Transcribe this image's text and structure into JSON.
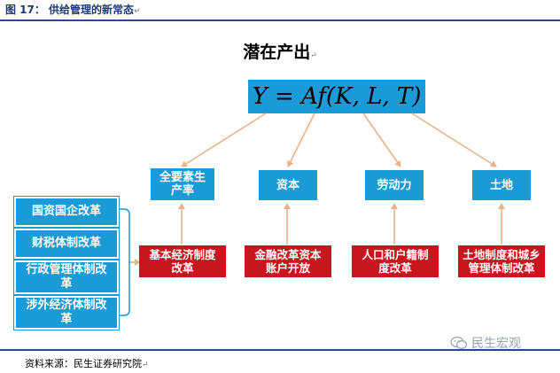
{
  "figure_title": "图 17：  供给管理的新常态",
  "main_title": "潜在产出",
  "formula": "Y = Af(K, L, T)",
  "factors": [
    "全要素生产率",
    "资本",
    "劳动力",
    "土地"
  ],
  "reforms": [
    "基本经济制度改革",
    "金融改革资本账户开放",
    "人口和户籍制度改革",
    "土地制度和城乡管理体制改革"
  ],
  "policies": [
    "国资国企改革",
    "财税体制改革",
    "行政管理体制改革",
    "涉外经济体制改革"
  ],
  "source": "资料来源：民生证券研究院",
  "watermark": "民生宏观",
  "colors": {
    "blue": "#1a9ad6",
    "red": "#c8161e",
    "arrow": "#e9b38a",
    "header": "#1f4e8c"
  },
  "icons": {
    "watermark": "wechat-icon",
    "paragraph_mark": "return-mark-icon"
  }
}
